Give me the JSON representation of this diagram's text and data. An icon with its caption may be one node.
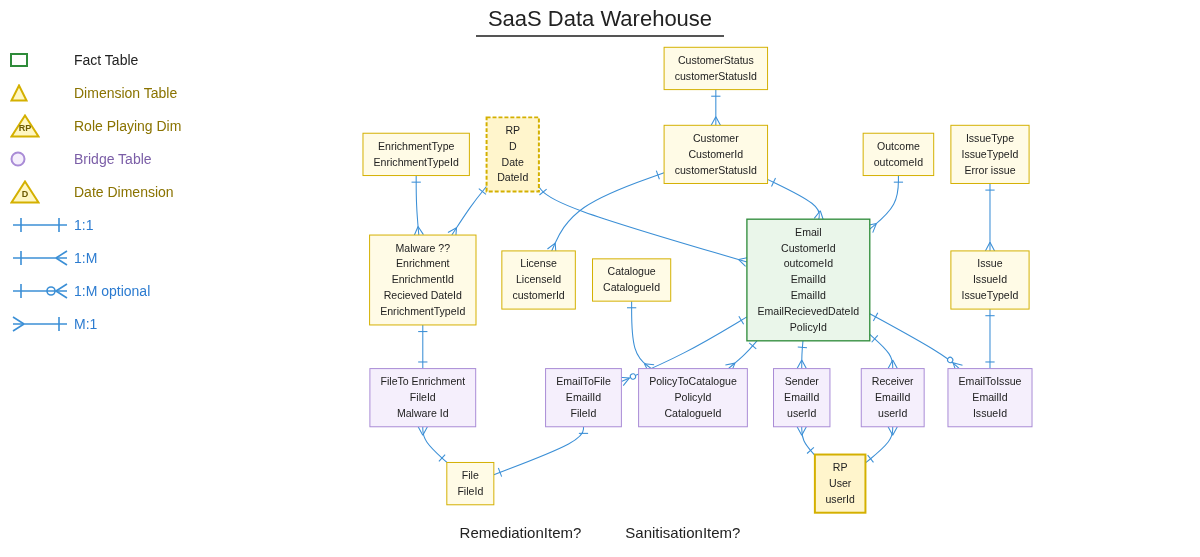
{
  "diagram": {
    "title": "SaaS Data Warehouse",
    "nodes": [
      {
        "text": [
          "CustomerStatus",
          "customerStatusId"
        ]
      },
      {
        "text": [
          "License",
          "LicenseId",
          "customerId"
        ]
      },
      {
        "text": [
          "File",
          "FileId"
        ]
      },
      {
        "text": [
          "Customer",
          "CustomerId",
          "customerStatusId"
        ]
      },
      {
        "text": [
          "EmailToFile",
          "EmailId",
          "FileId"
        ]
      },
      {
        "text": [
          "Outcome",
          "outcomeId"
        ]
      },
      {
        "text": [
          "Malware ??",
          "Enrichment",
          "EnrichmentId",
          "Recieved DateId",
          "EnrichmentTypeId"
        ]
      },
      {
        "text": [
          "EnrichmentType",
          "EnrichmentTypeId"
        ]
      },
      {
        "text": [
          "FileTo Enrichment",
          "FileId",
          "Malware Id"
        ]
      },
      {
        "text": [
          "Sender",
          "EmailId",
          "userId"
        ]
      },
      {
        "text": [
          "Email",
          "CustomerId",
          "outcomeId",
          "EmailId",
          "EmailId",
          "EmailRecievedDateId",
          "PolicyId"
        ]
      },
      {
        "text": [
          "RP",
          "D",
          "Date",
          "DateId"
        ]
      },
      {
        "text": [
          "RP",
          "User",
          "userId"
        ]
      },
      {
        "text": [
          "Receiver",
          "EmailId",
          "userId"
        ]
      },
      {
        "text": [
          "EmailToIssue",
          "EmailId",
          "IssueId"
        ]
      },
      {
        "text": [
          "PolicyToCatalogue",
          "PolicyId",
          "CatalogueId"
        ]
      },
      {
        "text": [
          "Catalogue",
          "CatalogueId"
        ]
      },
      {
        "text": [
          "Issue",
          "IssueId",
          "IssueTypeId"
        ]
      },
      {
        "text": [
          "IssueType",
          "IssueTypeId",
          "Error issue"
        ]
      }
    ],
    "edges": [
      {
        "from": 3,
        "to": 1,
        "arrow": "other"
      },
      {
        "from": 0,
        "to": 3,
        "arrow": "other"
      },
      {
        "from": 3,
        "to": 10,
        "arrow": "other"
      },
      {
        "from": 5,
        "to": 10,
        "arrow": "other"
      },
      {
        "from": 10,
        "to": 4,
        "arrow": "other"
      },
      {
        "from": 4,
        "to": 2,
        "arrow": "other"
      },
      {
        "from": 8,
        "to": 2,
        "arrow": "other"
      },
      {
        "from": 6,
        "to": 8,
        "arrow": "other"
      },
      {
        "from": 7,
        "to": 6,
        "arrow": "other"
      },
      {
        "from": 11,
        "to": 6,
        "arrow": "other"
      },
      {
        "from": 11,
        "to": 10,
        "arrow": "other"
      },
      {
        "from": 10,
        "to": 15,
        "arrow": "other"
      },
      {
        "from": 16,
        "to": 15,
        "arrow": "other"
      },
      {
        "from": 10,
        "to": 9,
        "arrow": "other"
      },
      {
        "from": 9,
        "to": 12,
        "arrow": "other"
      },
      {
        "from": 13,
        "to": 12,
        "arrow": "other"
      },
      {
        "from": 10,
        "to": 13,
        "arrow": "other"
      },
      {
        "from": 10,
        "to": 14,
        "arrow": "other"
      },
      {
        "from": 17,
        "to": 14,
        "arrow": "other"
      },
      {
        "from": 18,
        "to": 17,
        "arrow": "other"
      }
    ],
    "labels": [
      "RP",
      "D",
      "RemediationItem?",
      "SanitisationItem?"
    ],
    "legend": [
      {
        "text": "Fact Table"
      },
      {
        "text": "Dimension Table"
      },
      {
        "text": "Role Playing Dim"
      },
      {
        "text": "Bridge Table"
      },
      {
        "text": "Date Dimension"
      },
      {
        "text": "1:1"
      },
      {
        "text": "1:M"
      },
      {
        "text": "1:M optional"
      },
      {
        "text": "M:1"
      }
    ]
  }
}
